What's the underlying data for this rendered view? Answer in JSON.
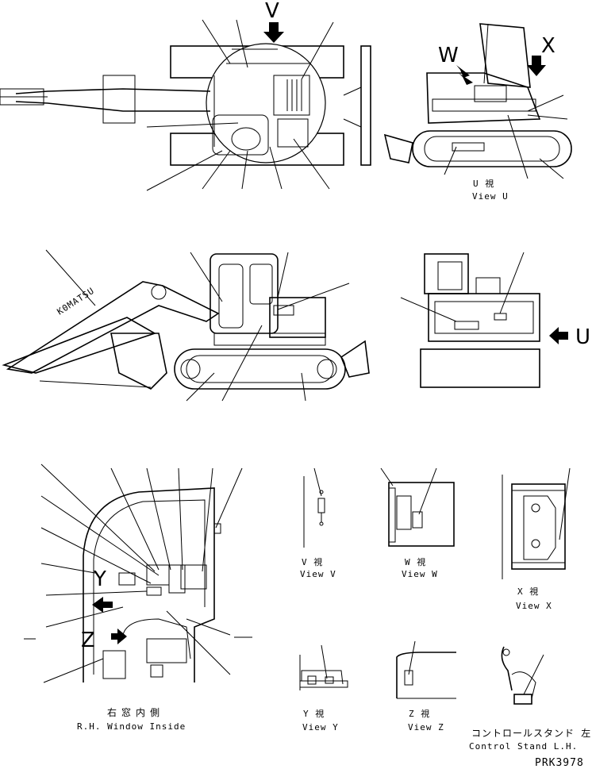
{
  "drawing_number": "PRK3978",
  "view_markers": {
    "v": "V",
    "w": "W",
    "x": "X",
    "u": "U",
    "y": "Y",
    "z": "Z"
  },
  "captions": {
    "view_u_jp": "U 視",
    "view_u_en": "View U",
    "view_v_jp": "V 視",
    "view_v_en": "View V",
    "view_w_jp": "W 視",
    "view_w_en": "View W",
    "view_x_jp": "X 視",
    "view_x_en": "View X",
    "view_y_jp": "Y 視",
    "view_y_en": "View Y",
    "view_z_jp": "Z 視",
    "view_z_en": "View Z",
    "rh_window_jp": "右窓内側",
    "rh_window_en": "R.H. Window Inside",
    "control_stand_jp": "コントロールスタンド 左",
    "control_stand_en": "Control Stand L.H."
  },
  "boom_label": "K0MATSU"
}
